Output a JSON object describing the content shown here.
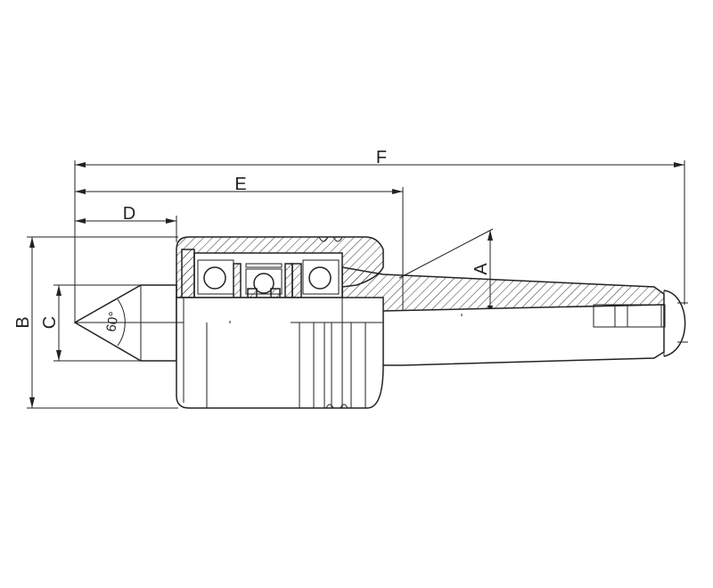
{
  "dimensions": {
    "A": "A",
    "B": "B",
    "C": "C",
    "D": "D",
    "E": "E",
    "F": "F"
  },
  "angle_label": "60°"
}
